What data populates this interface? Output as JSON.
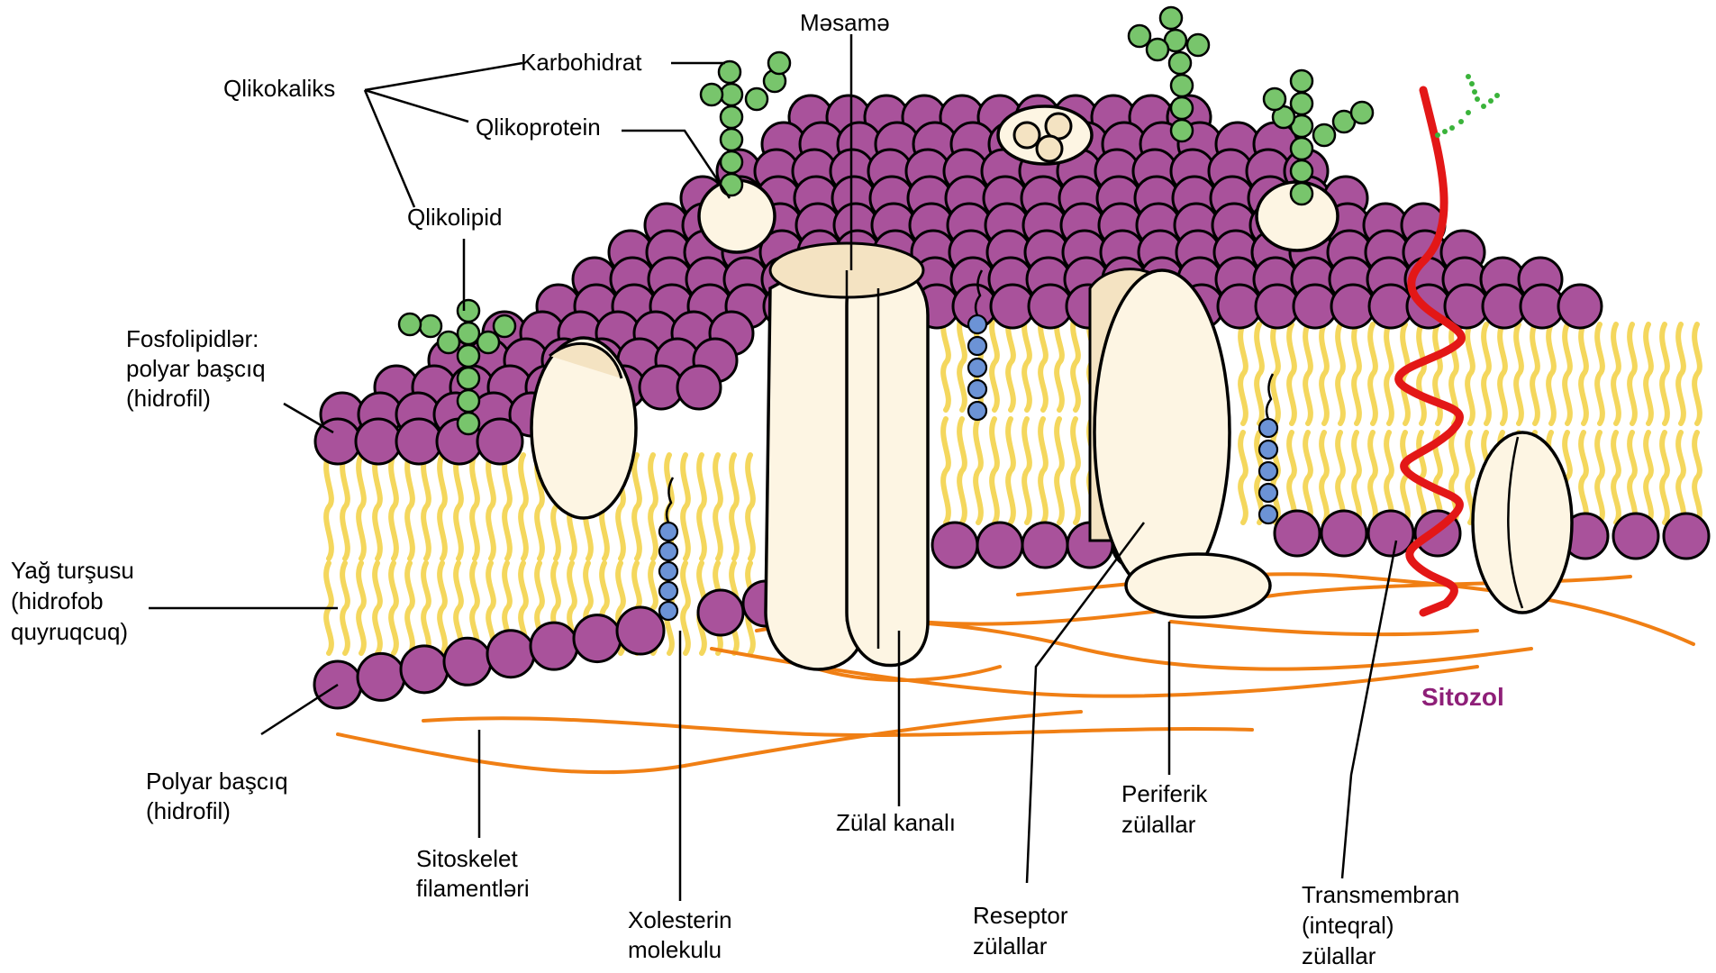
{
  "diagram": {
    "labels": {
      "masame": "Məsamə",
      "karbohidrat": "Karbohidrat",
      "qlikokaliks": "Qlikokaliks",
      "qlikoprotein": "Qlikoprotein",
      "qlikolipid": "Qlikolipid",
      "fosfolipidler_1": "Fosfolipidlər:",
      "fosfolipidler_2": "polyar başcıq",
      "fosfolipidler_3": "(hidrofil)",
      "yag_1": "Yağ turşusu",
      "yag_2": "(hidrofob",
      "yag_3": "quyruqcuq)",
      "polyar_1": "Polyar başcıq",
      "polyar_2": "(hidrofil)",
      "sitoskelet_1": "Sitoskelet",
      "sitoskelet_2": "filamentləri",
      "xolesterin_1": "Xolesterin",
      "xolesterin_2": "molekulu",
      "zulal_kanali": "Zülal kanalı",
      "reseptor_1": "Reseptor",
      "reseptor_2": "zülallar",
      "periferik_1": "Periferik",
      "periferik_2": "zülallar",
      "transmembran_1": "Transmembran",
      "transmembran_2": "(inteqral)",
      "transmembran_3": "zülallar",
      "sitozol": "Sitozol"
    },
    "colors": {
      "phospholipid_head": "#a9529b",
      "fatty_acid_tail": "#f4d75d",
      "carbohydrate": "#78c56c",
      "cholesterol": "#6c93d6",
      "protein": "#fdf5e3",
      "cytoskeleton": "#f07f14",
      "transmembrane_helix": "#e31717",
      "cytosol_label": "#8e1f78"
    }
  }
}
